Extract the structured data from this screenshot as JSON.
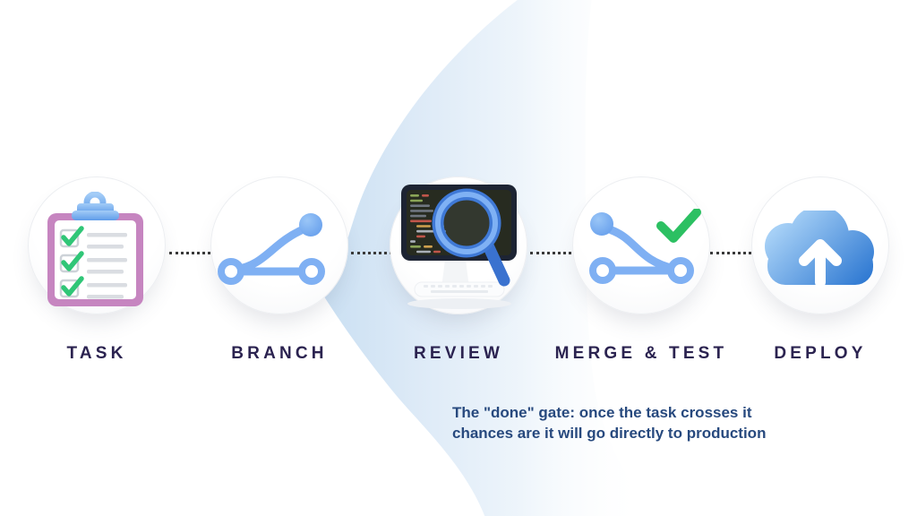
{
  "workflow": {
    "steps": [
      {
        "label": "TASK",
        "icon": "clipboard-checklist-icon"
      },
      {
        "label": "BRANCH",
        "icon": "git-branch-icon"
      },
      {
        "label": "REVIEW",
        "icon": "code-review-magnifier-icon"
      },
      {
        "label": "MERGE & TEST",
        "icon": "git-merge-check-icon"
      },
      {
        "label": "DEPLOY",
        "icon": "cloud-upload-icon"
      }
    ],
    "connector_style": "dotted"
  },
  "caption": {
    "line1": "The \"done\" gate: once the task crosses it",
    "line2": "chances are it will go directly to production"
  },
  "colors": {
    "step_label": "#2b2350",
    "caption_text": "#27497e",
    "ribbon_blue": "#c9dff2",
    "icon_blue": "#7fb0f3",
    "check_green": "#2cc062",
    "clipboard_pink": "#c685c0",
    "cloud_blue": "#2f79d2",
    "connector_dot": "#3a3a3a"
  },
  "review_screen": {
    "palette": {
      "g": "#8ba557",
      "c": "#6f7680",
      "r": "#c0564a",
      "y": "#cfa14e",
      "w": "#aab0b8",
      "b": "#5e87c0",
      "sp": "none"
    },
    "lines": [
      [
        {
          "c": "g",
          "w": 10
        },
        {
          "c": "r",
          "w": 8
        }
      ],
      [
        {
          "c": "g",
          "w": 14
        }
      ],
      [
        {
          "c": "c",
          "w": 22
        }
      ],
      [
        {
          "c": "c",
          "w": 26
        },
        {
          "c": "y",
          "w": 8
        }
      ],
      [
        {
          "c": "c",
          "w": 18
        }
      ],
      [
        {
          "c": "r",
          "w": 24
        },
        {
          "c": "w",
          "w": 6
        }
      ],
      [
        {
          "c": "sp",
          "w": 4
        },
        {
          "c": "y",
          "w": 16
        },
        {
          "c": "g",
          "w": 12
        }
      ],
      [
        {
          "c": "sp",
          "w": 4
        },
        {
          "c": "w",
          "w": 20
        },
        {
          "c": "b",
          "w": 10
        }
      ],
      [
        {
          "c": "sp",
          "w": 4
        },
        {
          "c": "r",
          "w": 10
        }
      ],
      [
        {
          "c": "w",
          "w": 6
        }
      ],
      [
        {
          "c": "g",
          "w": 12
        },
        {
          "c": "y",
          "w": 10
        }
      ],
      [
        {
          "c": "sp",
          "w": 4
        },
        {
          "c": "w",
          "w": 16
        },
        {
          "c": "r",
          "w": 8
        }
      ]
    ]
  }
}
